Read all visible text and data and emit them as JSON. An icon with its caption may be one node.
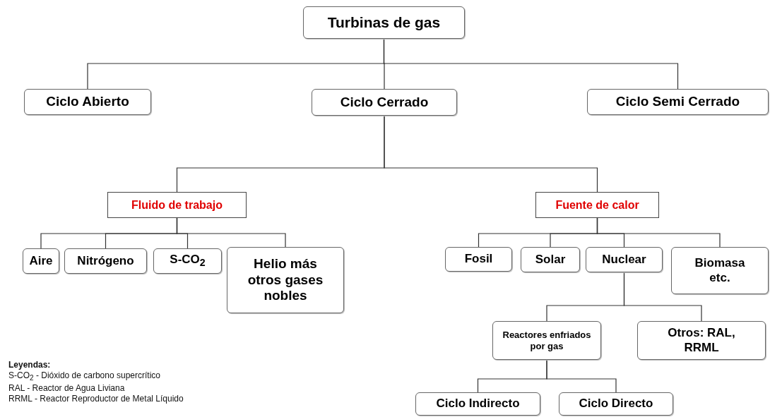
{
  "diagram": {
    "nodes": [
      {
        "text": [
          "Turbinas de gas"
        ]
      },
      {
        "text": [
          "Ciclo Abierto"
        ]
      },
      {
        "text": [
          "Ciclo Cerrado"
        ]
      },
      {
        "text": [
          "Ciclo Semi Cerrado"
        ]
      },
      {
        "text": [
          "Fluido de trabajo"
        ]
      },
      {
        "text": [
          "Fuente de calor"
        ]
      },
      {
        "text": [
          "Aire"
        ]
      },
      {
        "text": [
          "Nitrógeno"
        ]
      },
      {
        "text": [
          "S-CO$_{2}$"
        ]
      },
      {
        "text": [
          "Helio más otros gases nobles"
        ]
      },
      {
        "text": [
          "Fosil"
        ]
      },
      {
        "text": [
          "Solar"
        ]
      },
      {
        "text": [
          "Nuclear"
        ]
      },
      {
        "text": [
          "Biomasa etc."
        ]
      },
      {
        "text": [
          "Reactores enfriados por gas"
        ]
      },
      {
        "text": [
          "Otros: RAL, RRML"
        ]
      },
      {
        "text": [
          "Ciclo Indirecto"
        ]
      },
      {
        "text": [
          "Ciclo Directo"
        ]
      }
    ],
    "edges": [
      {
        "from": 0,
        "to": 1,
        "arrow": "none"
      },
      {
        "from": 0,
        "to": 2,
        "arrow": "none"
      },
      {
        "from": 0,
        "to": 3,
        "arrow": "none"
      },
      {
        "from": 2,
        "to": 4,
        "arrow": "none"
      },
      {
        "from": 2,
        "to": 5,
        "arrow": "none"
      },
      {
        "from": 4,
        "to": 6,
        "arrow": "none"
      },
      {
        "from": 4,
        "to": 7,
        "arrow": "none"
      },
      {
        "from": 4,
        "to": 8,
        "arrow": "none"
      },
      {
        "from": 4,
        "to": 9,
        "arrow": "none"
      },
      {
        "from": 5,
        "to": 10,
        "arrow": "none"
      },
      {
        "from": 5,
        "to": 11,
        "arrow": "none"
      },
      {
        "from": 5,
        "to": 12,
        "arrow": "none"
      },
      {
        "from": 5,
        "to": 13,
        "arrow": "none"
      },
      {
        "from": 12,
        "to": 14,
        "arrow": "none"
      },
      {
        "from": 12,
        "to": 15,
        "arrow": "none"
      },
      {
        "from": 14,
        "to": 16,
        "arrow": "none"
      },
      {
        "from": 14,
        "to": 17,
        "arrow": "none"
      }
    ],
    "labels": [
      "Leyendas:",
      "S-CO$_{2}$ - Dióxido de carbono supercrítico",
      "RAL - Reactor de Agua Liviana",
      "RRML - Reactor Reproductor de Metal Líquido"
    ]
  }
}
